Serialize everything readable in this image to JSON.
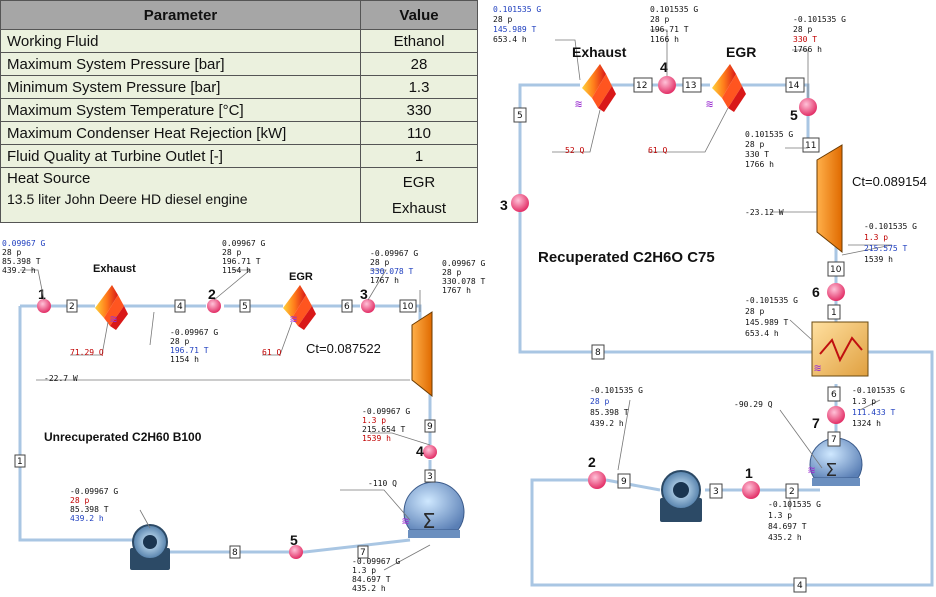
{
  "table": {
    "headers": [
      "Parameter",
      "Value"
    ],
    "rows": [
      {
        "param": "Working Fluid",
        "value": "Ethanol"
      },
      {
        "param": "Maximum System Pressure [bar]",
        "value": "28"
      },
      {
        "param": "Minimum System Pressure [bar]",
        "value": "1.3"
      },
      {
        "param": "Maximum System Temperature [°C]",
        "value": "330"
      },
      {
        "param": "Maximum Condenser Heat Rejection [kW]",
        "value": "110"
      },
      {
        "param": "Fluid Quality at Turbine Outlet [-]",
        "value": "1"
      }
    ],
    "heat_source": {
      "param": "Heat Source",
      "sub": "13.5 liter John Deere HD diesel engine",
      "values": [
        "EGR",
        "Exhaust"
      ]
    }
  },
  "left": {
    "title": "Unrecuperated C2H60 B100",
    "exhaust_label": "Exhaust",
    "egr_label": "EGR",
    "ct": "Ct=0.087522",
    "states": [
      "1",
      "2",
      "3",
      "4",
      "5"
    ],
    "streams": [
      "1",
      "2",
      "3",
      "4",
      "5",
      "6",
      "7",
      "8",
      "9",
      "10"
    ],
    "readouts": {
      "r1": [
        "0.09967 G",
        "28 p",
        "85.398 T",
        "439.2 h"
      ],
      "r2": [
        "0.09967 G",
        "28 p",
        "196.71 T",
        "1154 h"
      ],
      "r3": [
        "-0.09967 G",
        "28 p",
        "330.078 T",
        "1767 h"
      ],
      "r4": [
        "0.09967 G",
        "28 p",
        "330.078 T",
        "1767 h"
      ],
      "r5": [
        "-0.09967 G",
        "28 p",
        "196.71 T",
        "1154 h"
      ],
      "r6": [
        "-0.09967 G",
        "1.3 p",
        "215.654 T",
        "1539 h"
      ],
      "r7": [
        "-0.09967 G",
        "28 p",
        "85.398 T",
        "439.2 h"
      ],
      "r8": [
        "-0.09967 G",
        "1.3 p",
        "84.697 T",
        "435.2 h"
      ]
    },
    "q_exhaust": "71.29 Q",
    "q_egr": "61 Q",
    "turbine_w": "-22.7 W",
    "condenser_q": "-110 Q"
  },
  "right": {
    "title": "Recuperated C2H6O C75",
    "exhaust_label": "Exhaust",
    "egr_label": "EGR",
    "ct": "Ct=0.089154",
    "states": [
      "1",
      "2",
      "3",
      "4",
      "5",
      "6",
      "7"
    ],
    "streams": [
      "1",
      "2",
      "3",
      "4",
      "5",
      "6",
      "7",
      "8",
      "9",
      "10",
      "11",
      "12",
      "13",
      "14"
    ],
    "readouts": {
      "r1": [
        "0.101535 G",
        "28 p",
        "145.989 T",
        "653.4 h"
      ],
      "r2": [
        "0.101535 G",
        "28 p",
        "196.71 T",
        "1166 h"
      ],
      "r3": [
        "-0.101535 G",
        "28 p",
        "330 T",
        "1766 h"
      ],
      "r4": [
        "0.101535 G",
        "28 p",
        "330 T",
        "1766 h"
      ],
      "r5": [
        "-0.101535 G",
        "1.3 p",
        "215.575 T",
        "1539 h"
      ],
      "r6": [
        "-0.101535 G",
        "28 p",
        "145.989 T",
        "653.4 h"
      ],
      "r7": [
        "-0.101535 G",
        "28 p",
        "85.398 T",
        "439.2 h"
      ],
      "r8": [
        "-0.101535 G",
        "1.3 p",
        "111.433 T",
        "1324 h"
      ],
      "r9": [
        "-0.101535 G",
        "1.3 p",
        "84.697 T",
        "435.2 h"
      ]
    },
    "q_exhaust": "52 Q",
    "q_egr": "61 Q",
    "turbine_w": "-23.12 W",
    "condenser_q": "-90.29 Q"
  }
}
